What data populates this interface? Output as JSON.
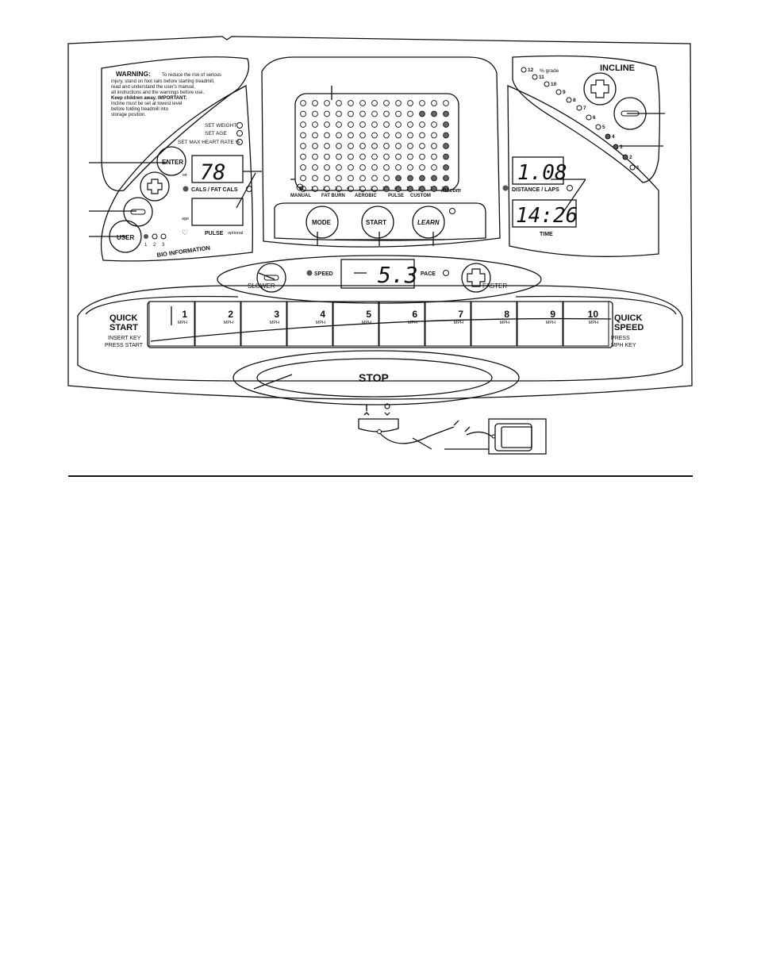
{
  "warning": {
    "title": "WARNING:",
    "lines": [
      "To reduce the risk of serious",
      "injury, stand on foot rails before starting treadmill,",
      "read and understand the user's manual,",
      "all instructions and the warnings before use.",
      "Keep children away.  IMPORTANT:",
      "Incline must be set at lowest level",
      "before folding treadmill into",
      "storage position."
    ]
  },
  "bio": {
    "set_weight": "SET WEIGHT",
    "set_age": "SET AGE",
    "set_max_hr": "SET MAX HEART RATE %",
    "enter": "ENTER",
    "user": "USER",
    "user_numbers": [
      "1",
      "2",
      "3"
    ],
    "bio_information": "BIO INFORMATION",
    "wt": "wt",
    "age": "age",
    "cals_display": "78",
    "cals_label": "CALS  /  FAT CALS",
    "pulse_label": "PULSE",
    "pulse_optional": "optional"
  },
  "matrix": {
    "programs": [
      "M",
      "1",
      "2",
      "3",
      "4",
      "1",
      "2",
      "3",
      "4",
      "1",
      "2",
      "1",
      "2"
    ],
    "groups": [
      "MANUAL",
      "FAT BURN",
      "AEROBIC",
      "PULSE",
      "CUSTOM"
    ],
    "brand": "ifit.com"
  },
  "buttons": {
    "mode": "MODE",
    "start": "START",
    "learn": "LEARN"
  },
  "incline": {
    "title": "INCLINE",
    "grade": "% grade",
    "levels": [
      "12",
      "11",
      "10",
      "9",
      "8",
      "7",
      "6",
      "5",
      "4",
      "3",
      "2",
      "1"
    ]
  },
  "distance": {
    "display": "1.08",
    "label": "DISTANCE / LAPS"
  },
  "time": {
    "display": "14:26",
    "label": "TIME"
  },
  "speed": {
    "slower": "SLOWER",
    "faster": "FASTER",
    "speed_label": "SPEED",
    "pace_label": "PACE",
    "display": "5.3"
  },
  "quick": {
    "quick": "QUICK",
    "start": "START",
    "insert_key": "INSERT KEY",
    "press_start": "PRESS START",
    "speed": "SPEED",
    "press": "PRESS",
    "mph_key": "MPH KEY",
    "keys": [
      "1",
      "2",
      "3",
      "4",
      "5",
      "6",
      "7",
      "8",
      "9",
      "10"
    ],
    "unit": "MPH"
  },
  "stop": "STOP"
}
